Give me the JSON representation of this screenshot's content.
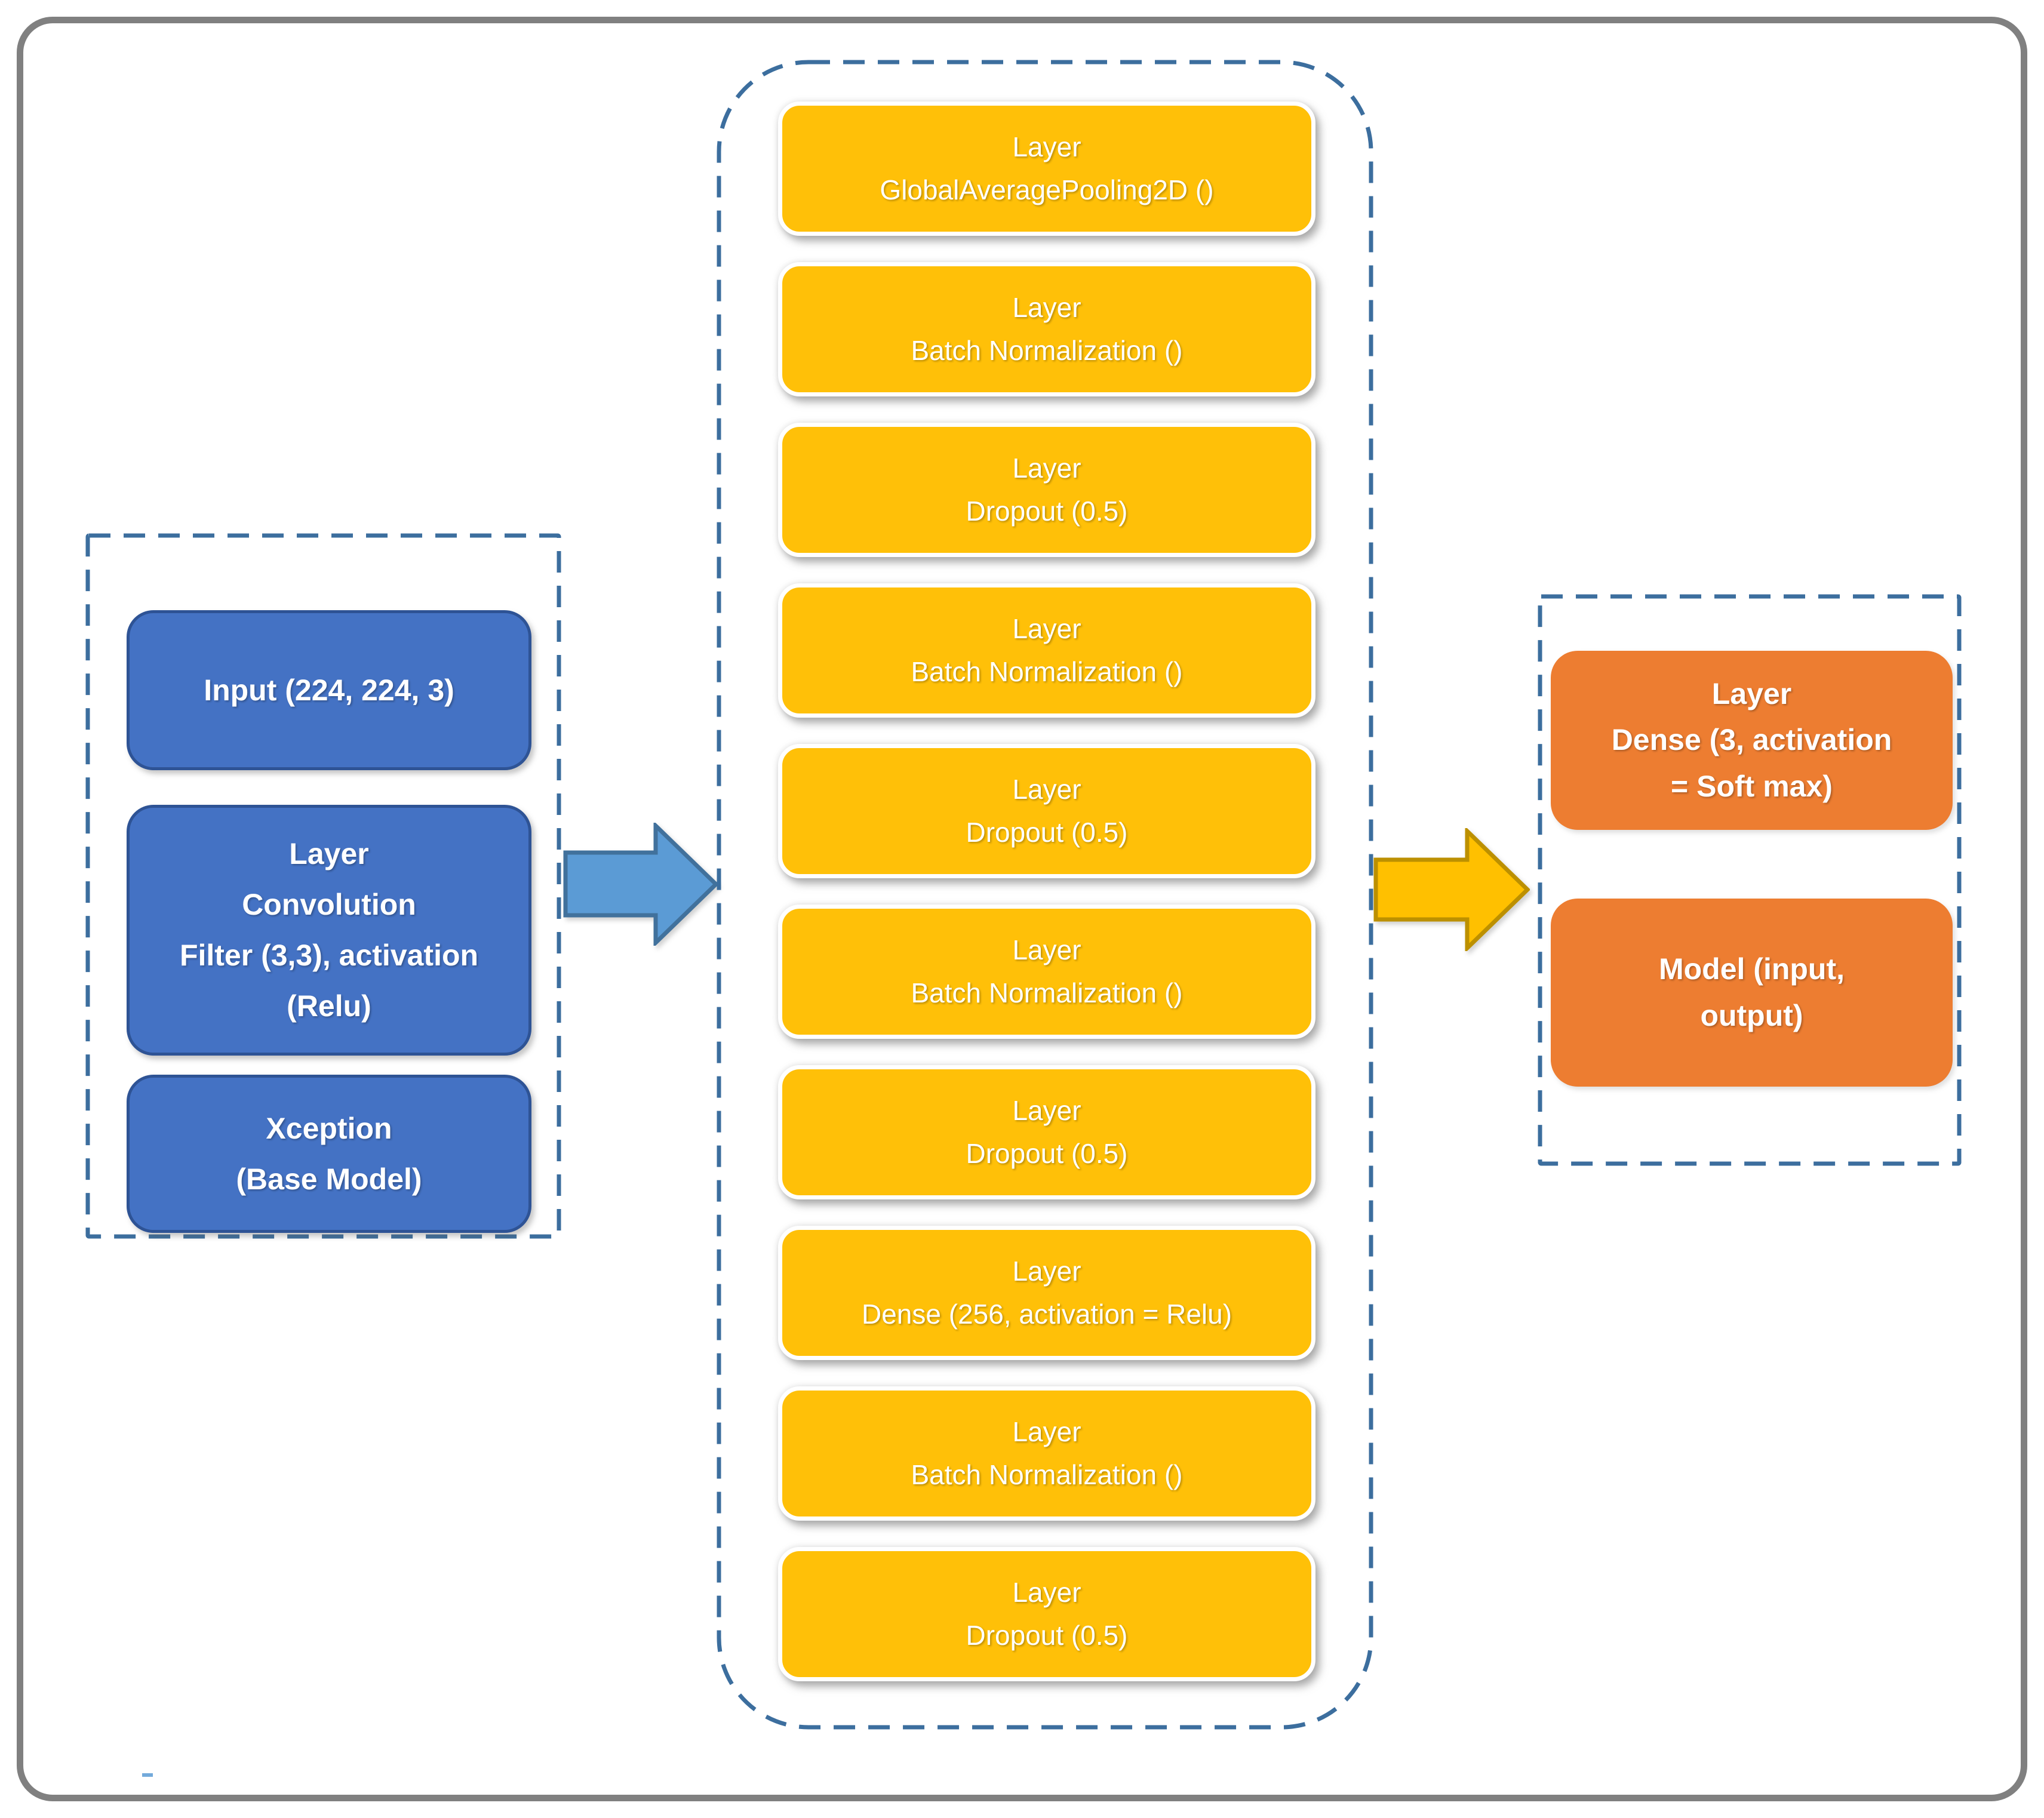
{
  "diagram": {
    "base_group": {
      "boxes": [
        {
          "lines": [
            "Input (224, 224, 3)"
          ]
        },
        {
          "lines": [
            "Layer",
            "Convolution",
            "Filter (3,3), activation",
            "(Relu)"
          ]
        },
        {
          "lines": [
            "Xception",
            "(Base Model)"
          ]
        }
      ]
    },
    "head_group": {
      "boxes": [
        {
          "lines": [
            "Layer",
            "GlobalAveragePooling2D ()"
          ]
        },
        {
          "lines": [
            "Layer",
            "Batch Normalization ()"
          ]
        },
        {
          "lines": [
            "Layer",
            "Dropout (0.5)"
          ]
        },
        {
          "lines": [
            "Layer",
            "Batch Normalization ()"
          ]
        },
        {
          "lines": [
            "Layer",
            "Dropout (0.5)"
          ]
        },
        {
          "lines": [
            "Layer",
            "Batch Normalization ()"
          ]
        },
        {
          "lines": [
            "Layer",
            "Dropout (0.5)"
          ]
        },
        {
          "lines": [
            "Layer",
            "Dense (256, activation = Relu)"
          ]
        },
        {
          "lines": [
            "Layer",
            "Batch Normalization ()"
          ]
        },
        {
          "lines": [
            "Layer",
            "Dropout (0.5)"
          ]
        }
      ]
    },
    "output_group": {
      "boxes": [
        {
          "lines": [
            "Layer",
            "Dense (3, activation",
            "= Soft max)"
          ]
        },
        {
          "lines": [
            "Model (input,",
            "output)"
          ]
        }
      ]
    },
    "colors": {
      "frame_border": "#808080",
      "dashed_border": "#3C6E9E",
      "blue_box_fill": "#4472C4",
      "blue_box_border": "#2E5395",
      "yellow_box_fill": "#FFC008",
      "orange_box_fill": "#ED7D31",
      "arrow_blue_fill": "#5B9BD5",
      "arrow_blue_border": "#41719C",
      "arrow_yellow_fill": "#FFC000",
      "arrow_yellow_border": "#BC9000",
      "text_color": "#FFFFFF",
      "artifact_blue": "#5B9BD5"
    }
  }
}
